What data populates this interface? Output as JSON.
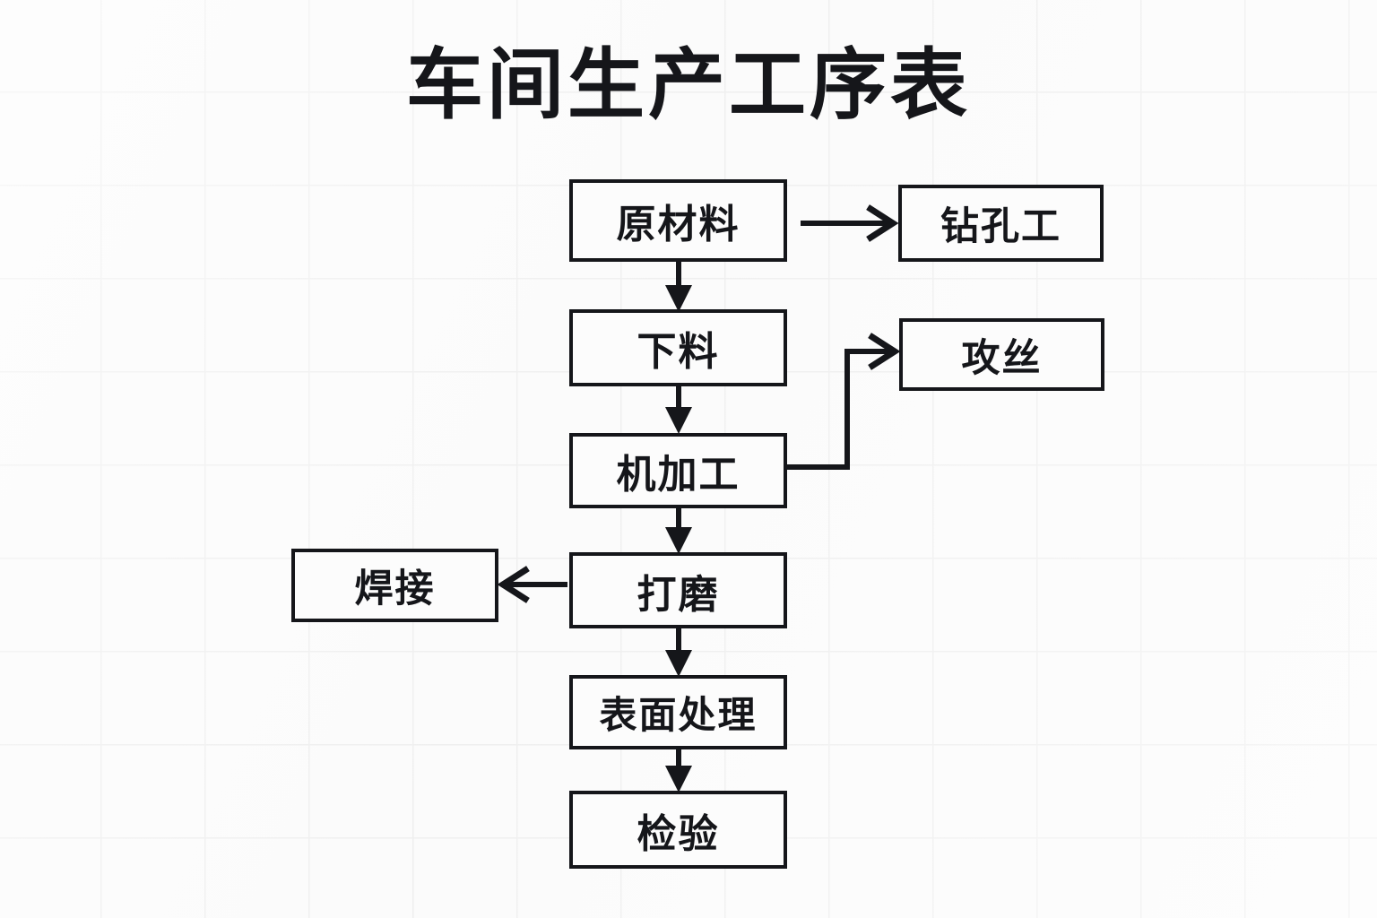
{
  "page": {
    "title": "车间生产工序表",
    "background_color": "#fbfbfb",
    "grid_line_color": "#ededed",
    "ink_color": "#15161a"
  },
  "flowchart": {
    "type": "flowchart",
    "orientation": "top-to-bottom with side branches",
    "main_chain": [
      {
        "id": "raw-material",
        "label": "原材料"
      },
      {
        "id": "cutting",
        "label": "下料"
      },
      {
        "id": "machining",
        "label": "机加工"
      },
      {
        "id": "grinding",
        "label": "打磨"
      },
      {
        "id": "surface",
        "label": "表面处理"
      },
      {
        "id": "inspection",
        "label": "检验"
      }
    ],
    "branch_nodes": [
      {
        "id": "drilling",
        "label": "钻孔工",
        "side": "right"
      },
      {
        "id": "tapping",
        "label": "攻丝",
        "side": "right"
      },
      {
        "id": "welding",
        "label": "焊接",
        "side": "left"
      }
    ],
    "edges": [
      {
        "from": "raw-material",
        "to": "cutting",
        "direction": "down",
        "style": "solid",
        "arrowhead": "filled-triangle"
      },
      {
        "from": "cutting",
        "to": "machining",
        "direction": "down",
        "style": "solid",
        "arrowhead": "filled-triangle"
      },
      {
        "from": "machining",
        "to": "grinding",
        "direction": "down",
        "style": "solid",
        "arrowhead": "filled-triangle"
      },
      {
        "from": "grinding",
        "to": "surface",
        "direction": "down",
        "style": "solid",
        "arrowhead": "filled-triangle"
      },
      {
        "from": "surface",
        "to": "inspection",
        "direction": "down",
        "style": "solid",
        "arrowhead": "filled-triangle"
      },
      {
        "from": "raw-material",
        "to": "drilling",
        "direction": "right",
        "style": "solid",
        "arrowhead": "open-v"
      },
      {
        "from": "machining",
        "to": "tapping",
        "direction": "right-elbow-up",
        "style": "solid",
        "arrowhead": "open-v"
      },
      {
        "from": "grinding",
        "to": "welding",
        "direction": "left",
        "style": "solid",
        "arrowhead": "open-v"
      }
    ]
  }
}
